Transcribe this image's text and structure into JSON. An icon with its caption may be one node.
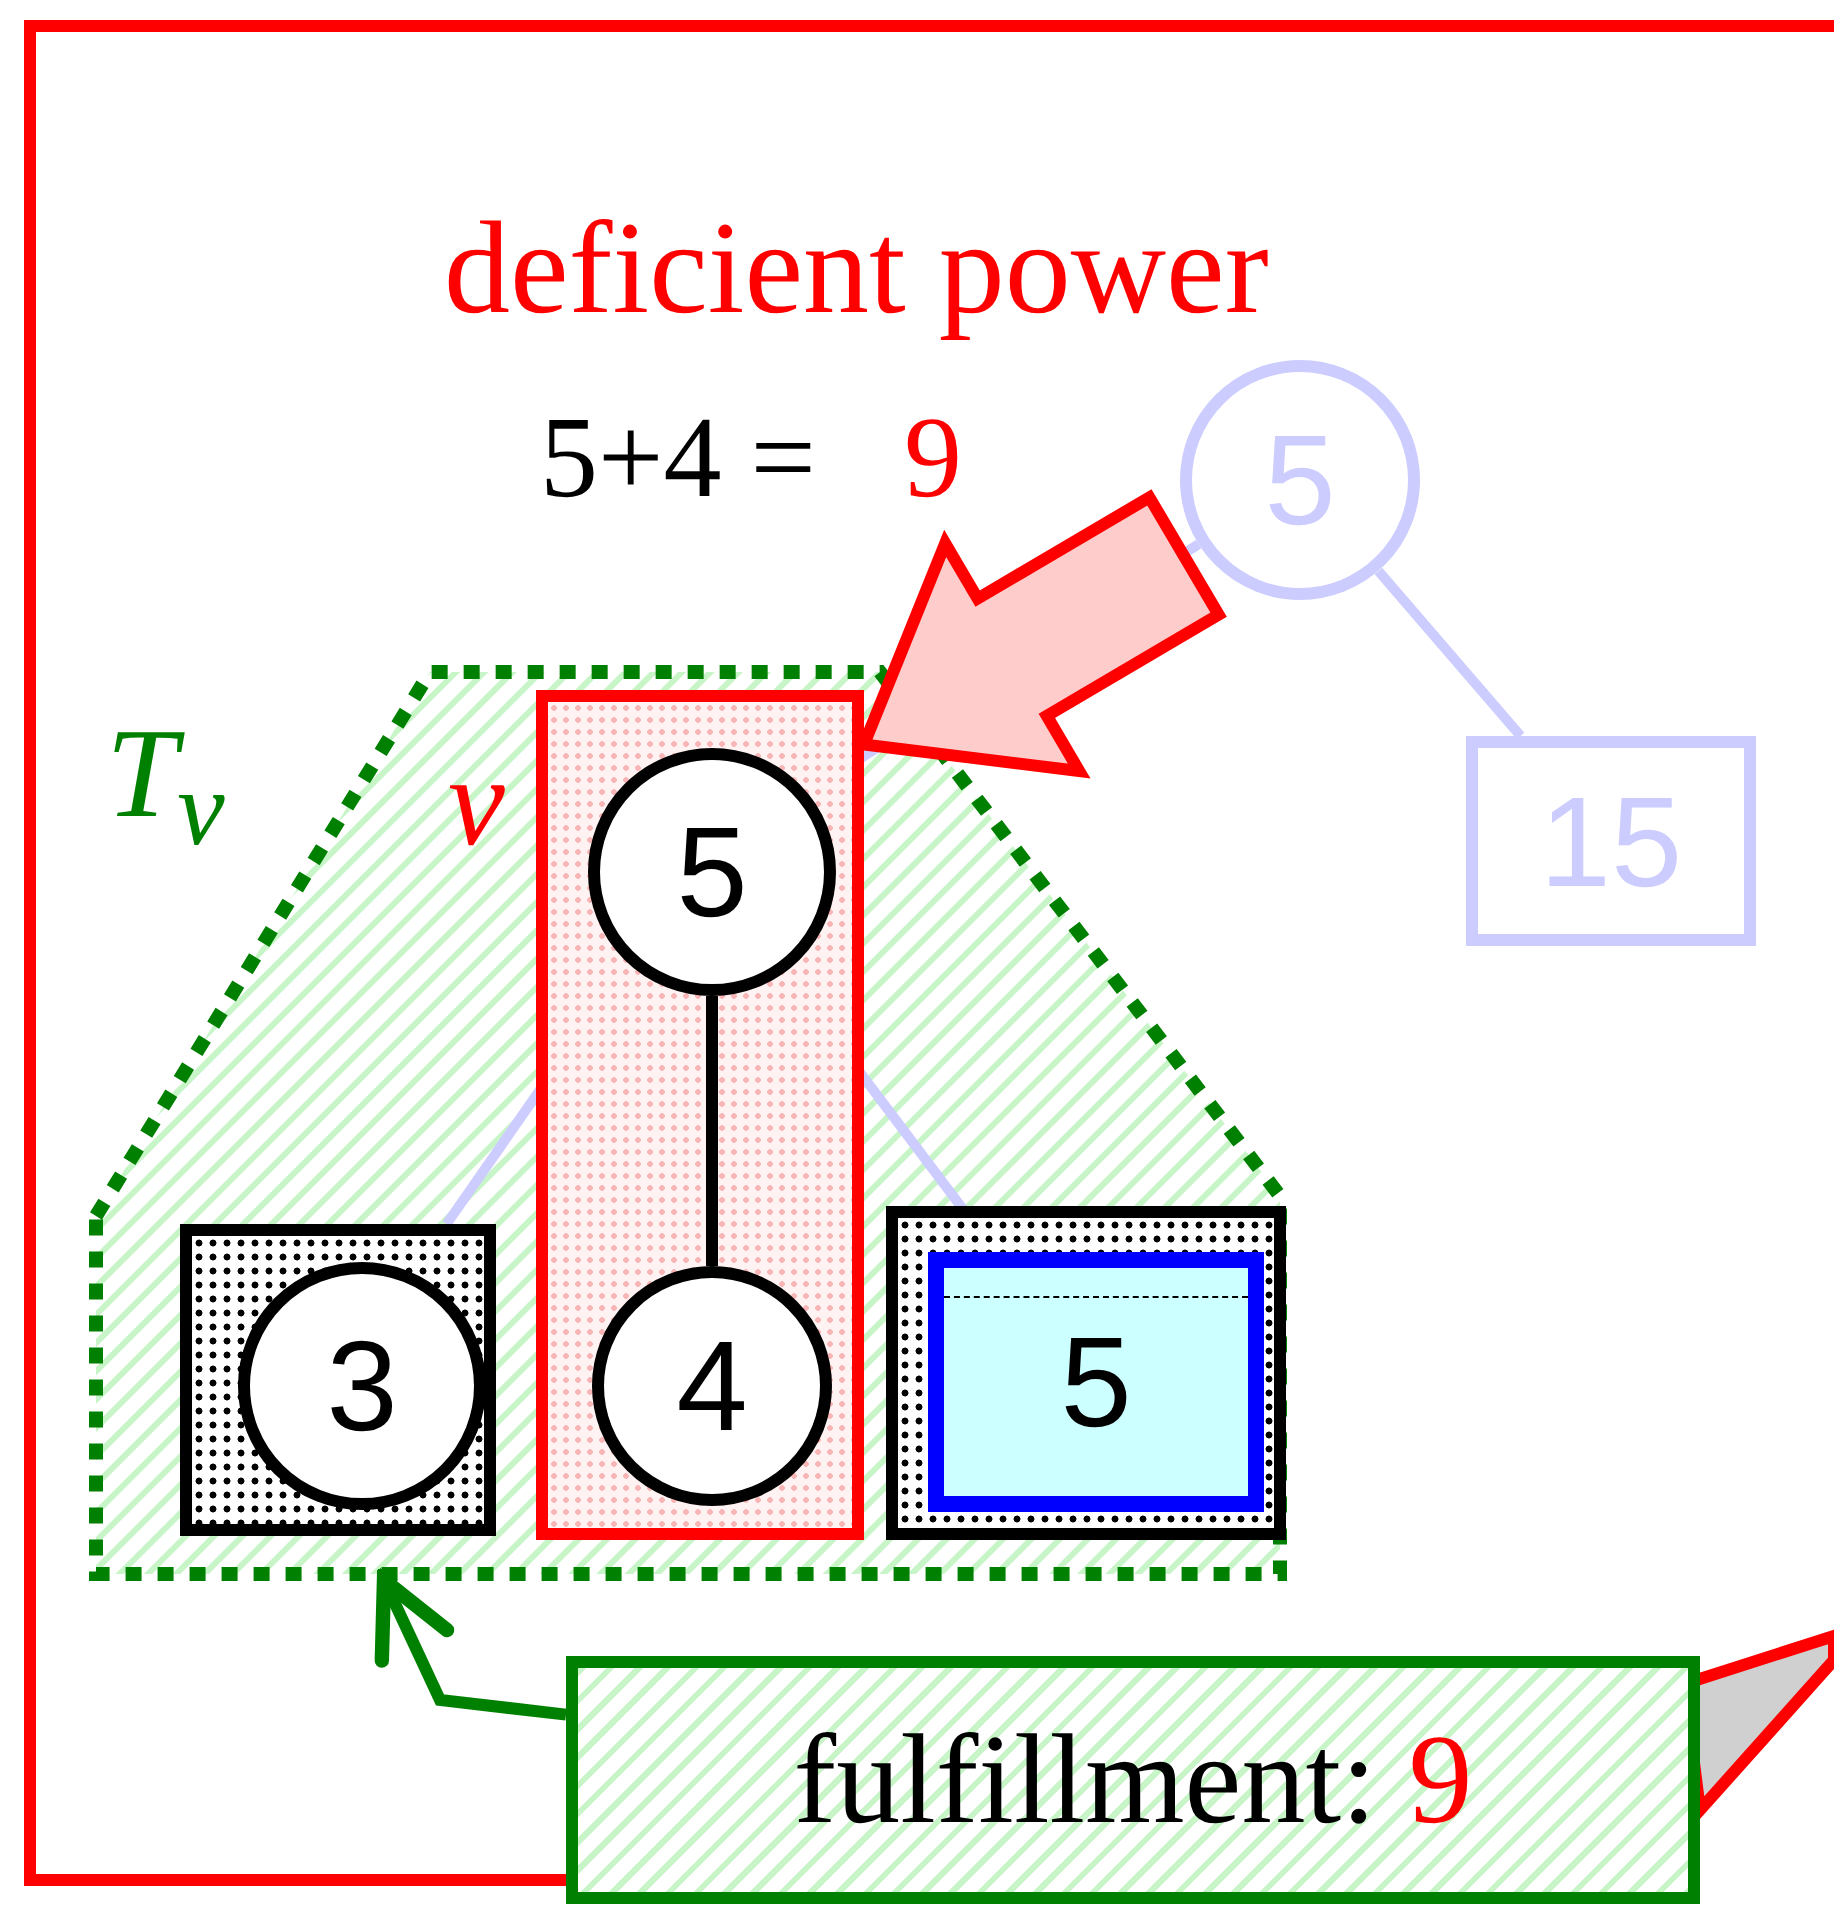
{
  "diagram": {
    "nodes": [
      {
        "text": [
          "deficient power",
          "5+4 =",
          "9"
        ]
      },
      {
        "text": [
          "*T*$_{v}$"
        ],
        "in": 0
      },
      {
        "text": [
          "v"
        ],
        "in": 1
      },
      {
        "text": [
          "5"
        ],
        "in": 2
      },
      {
        "text": [
          "4"
        ],
        "in": 2
      },
      {
        "text": [],
        "shape": "box",
        "in": 1
      },
      {
        "text": [
          "3"
        ],
        "in": 5
      },
      {
        "text": [],
        "shape": "box",
        "in": 1
      },
      {
        "text": [
          "5"
        ],
        "in": 7
      },
      {
        "text": [
          "5"
        ],
        "in": 0
      },
      {
        "text": [
          "15"
        ],
        "in": 0
      },
      {
        "text": [
          "fulfillment:",
          "9"
        ]
      }
    ],
    "edges": [
      {
        "from": 3,
        "to": 4,
        "arrow": "none",
        "color": "#000000"
      },
      {
        "from": 9,
        "to": 10,
        "arrow": "none"
      },
      {
        "from": 3,
        "to": 5,
        "arrow": "none"
      },
      {
        "from": 3,
        "to": 8,
        "arrow": "none"
      },
      {
        "from": 3,
        "to": 9,
        "arrow": "none"
      },
      {
        "from": null,
        "to": 2,
        "arrow": "to",
        "style": "thick",
        "color": "#ff0000"
      },
      {
        "from": 11,
        "to": 1,
        "arrow": "to",
        "color": "#008000"
      }
    ]
  }
}
